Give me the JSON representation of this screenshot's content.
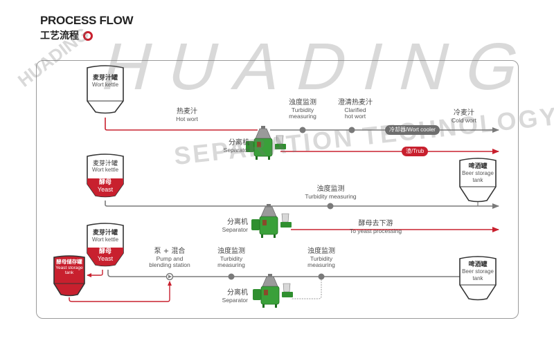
{
  "header": {
    "title_en": "PROCESS FLOW",
    "title_cn": "工艺流程",
    "title_icon": "ring-icon"
  },
  "watermark": {
    "brand": "HUADING",
    "subtitle": "SEPARATION TECHNOLOGY",
    "big": "HUADING"
  },
  "colors": {
    "accent": "#c8202e",
    "line_grey": "#7a7a7a",
    "separator_green": "#3aa03a",
    "frame": "#9a9a9a"
  },
  "row1": {
    "tank": {
      "cn": "麦芽汁罐",
      "en": "Wort kettle"
    },
    "hot_wort": {
      "cn": "热麦汁",
      "en": "Hot wort"
    },
    "separator": {
      "cn": "分离机",
      "en": "Separator"
    },
    "turbidity": {
      "cn": "浊度监测",
      "en1": "Turbidity",
      "en2": "measuring"
    },
    "clarified": {
      "cn": "澄清热麦汁",
      "en1": "Clarified",
      "en2": "hot wort"
    },
    "cooler_pill": "冷却器/Wort cooler",
    "cold_wort": {
      "cn": "冷麦汁",
      "en": "Cold wort"
    },
    "trub_pill": "渣/Trub"
  },
  "row2": {
    "tank": {
      "cn": "麦芽汁罐",
      "en": "Wort kettle",
      "yeast_cn": "酵母",
      "yeast_en": "Yeast"
    },
    "turbidity": {
      "cn": "浊度监测",
      "en": "Turbidity measuring"
    },
    "separator": {
      "cn": "分离机",
      "en": "Separator"
    },
    "yeast_out": {
      "cn": "酵母去下游",
      "en": "To yeast processing"
    },
    "beer_tank": {
      "cn": "啤酒罐",
      "en1": "Beer storage",
      "en2": "tank"
    }
  },
  "row3": {
    "tank": {
      "cn": "麦芽汁罐",
      "en": "Wort kettle",
      "yeast_cn": "酵母",
      "yeast_en": "Yeast"
    },
    "yeast_tank": {
      "cn": "酵母储存罐",
      "en1": "Yeast storage",
      "en2": "tank"
    },
    "pump": {
      "cn": "泵 + 混合",
      "en1": "Pump and",
      "en2": "blending station"
    },
    "turbidity1": {
      "cn": "浊度监测",
      "en1": "Turbidity",
      "en2": "measuring"
    },
    "turbidity2": {
      "cn": "浊度监测",
      "en1": "Turbidity",
      "en2": "measuring"
    },
    "separator": {
      "cn": "分离机",
      "en": "Separator"
    },
    "beer_tank": {
      "cn": "啤酒罐",
      "en1": "Beer storage",
      "en2": "tank"
    }
  }
}
